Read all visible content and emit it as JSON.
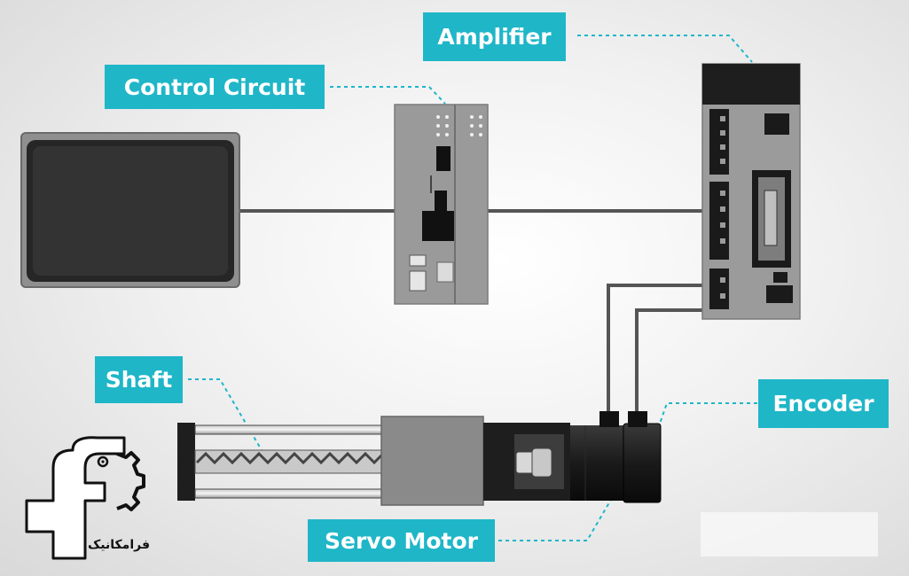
{
  "callouts": {
    "amplifier": "Amplifier",
    "control_circuit": "Control Circuit",
    "shaft": "Shaft",
    "encoder": "Encoder",
    "servo_motor": "Servo Motor"
  },
  "logo": {
    "text": "فرامکانیک"
  },
  "colors": {
    "accent": "#1fb6c8",
    "device_gray": "#8c8c8c",
    "dark": "#1a1a1a",
    "wire": "#555555"
  }
}
